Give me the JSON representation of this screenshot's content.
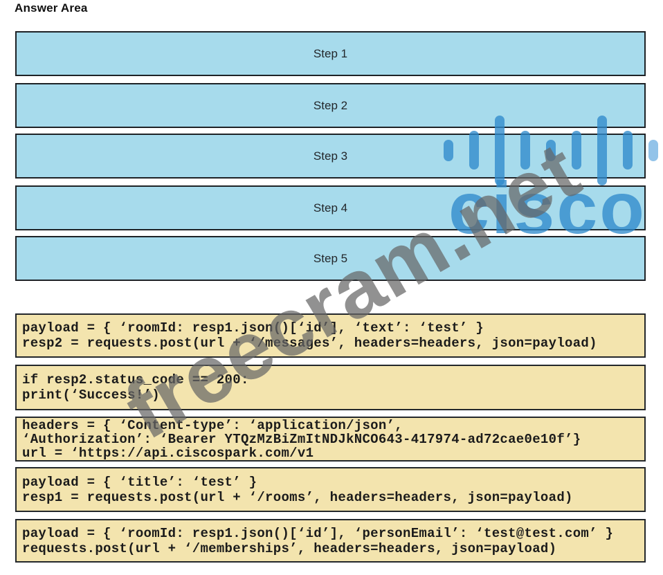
{
  "page": {
    "title": "Answer Area"
  },
  "colors": {
    "step_fill": "#a7dbec",
    "step_border": "#1e2226",
    "code_fill": "#f3e4ae",
    "code_border": "#23272b",
    "cisco_blue": "#2f8bcc",
    "watermark_gray": "#676767"
  },
  "answer_area": {
    "steps": [
      {
        "label": "Step 1"
      },
      {
        "label": "Step 2"
      },
      {
        "label": "Step 3"
      },
      {
        "label": "Step 4"
      },
      {
        "label": "Step 5"
      }
    ]
  },
  "code_snippets": [
    {
      "lines": [
        "payload = { ‘roomId: resp1.json()[‘id’], ‘text’: ‘test’ }",
        "resp2 = requests.post(url + ‘/messages’, headers=headers, json=payload)"
      ]
    },
    {
      "lines": [
        "if resp2.status_code == 200:",
        "print(‘Success!’)"
      ]
    },
    {
      "lines": [
        "headers = { ‘Content-type’: ‘application/json’,",
        "‘Authorization’: ‘Bearer YTQzMzBiZmItNDJkNCO643-417974-ad72cae0e10f’}",
        "url = ‘https://api.ciscospark.com/v1"
      ]
    },
    {
      "lines": [
        "payload = { ‘title’: ‘test’ }",
        "resp1 = requests.post(url + ‘/rooms’, headers=headers, json=payload)"
      ]
    },
    {
      "lines": [
        "payload = { ‘roomId: resp1.json()[‘id’], ‘personEmail’: ‘test@test.com’ }",
        "requests.post(url + ‘/memberships’, headers=headers, json=payload)"
      ]
    }
  ],
  "watermarks": {
    "site": "freecram.net",
    "brand": "cisco"
  }
}
